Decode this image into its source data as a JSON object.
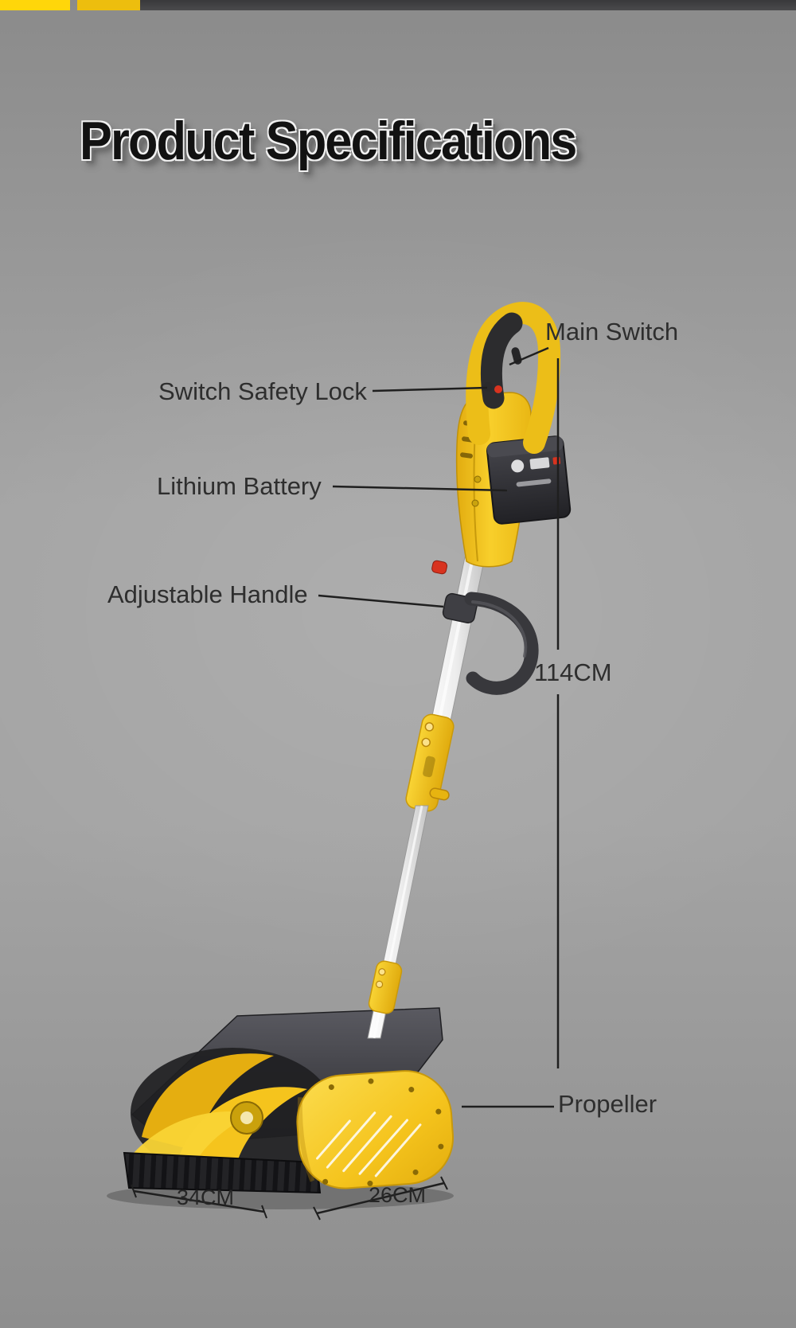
{
  "page": {
    "title": "Product Specifications"
  },
  "callouts": {
    "main_switch": "Main Switch",
    "switch_safety_lock": "Switch Safety Lock",
    "lithium_battery": "Lithium Battery",
    "adjustable_handle": "Adjustable Handle",
    "propeller": "Propeller"
  },
  "dimensions": {
    "height": "114CM",
    "blade_width": "34CM",
    "blade_depth": "26CM"
  },
  "colors": {
    "product_yellow": "#f5c41d",
    "product_yellow_dark": "#d9a50f",
    "product_black": "#2b2b2e",
    "accent_red": "#d8331f",
    "label_text": "#2e2e2e",
    "line_color": "#1f1f1f",
    "bg_top": "#8b8b8b",
    "bg_mid": "#a4a4a4",
    "bg_bottom": "#8e8e8e",
    "strip_yellow": "#ffd60a",
    "strip_yellow2": "#edbe0e",
    "strip_dark": "#39393b"
  }
}
